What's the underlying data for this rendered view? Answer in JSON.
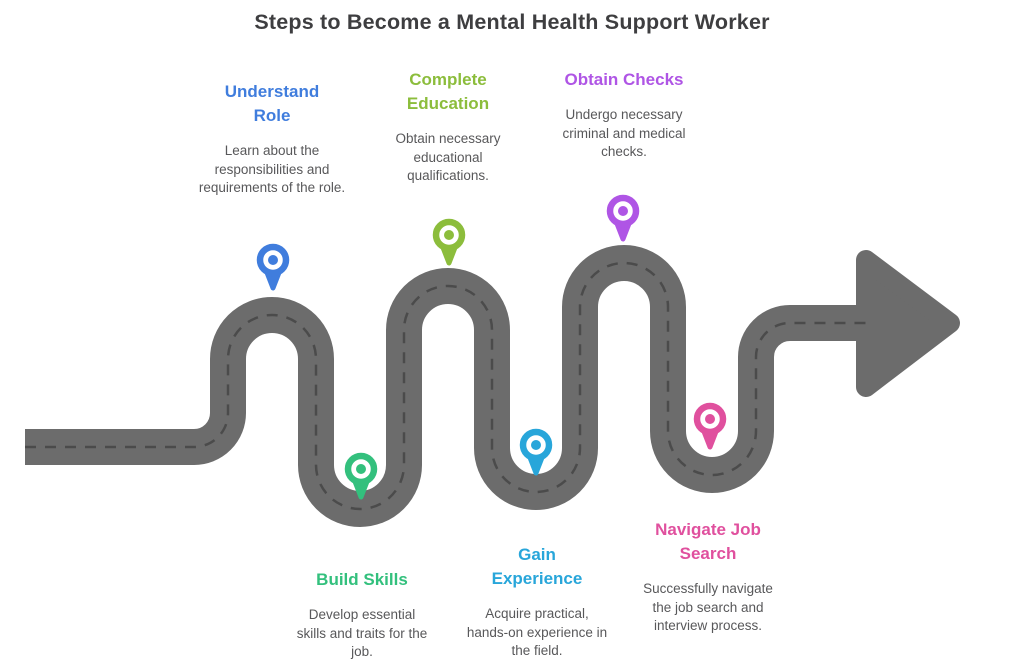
{
  "title": "Steps to Become a Mental Health Support Worker",
  "road": {
    "color": "#6c6c6c",
    "dash_color": "#4b4b4b"
  },
  "steps": [
    {
      "id": "understand-role",
      "title": "Understand Role",
      "description": "Learn about the responsibilities and requirements of the role.",
      "color": "#407ddd"
    },
    {
      "id": "complete-education",
      "title": "Complete Education",
      "description": "Obtain necessary educational qualifications.",
      "color": "#8cbd3c"
    },
    {
      "id": "obtain-checks",
      "title": "Obtain Checks",
      "description": "Undergo necessary criminal and medical checks.",
      "color": "#af55e5"
    },
    {
      "id": "build-skills",
      "title": "Build Skills",
      "description": "Develop essential skills and traits for the job.",
      "color": "#33c07d"
    },
    {
      "id": "gain-experience",
      "title": "Gain Experience",
      "description": "Acquire practical, hands-on experience in the field.",
      "color": "#28a6da"
    },
    {
      "id": "navigate-job-search",
      "title": "Navigate Job Search",
      "description": "Successfully navigate the job search and interview process.",
      "color": "#e0509e"
    }
  ]
}
